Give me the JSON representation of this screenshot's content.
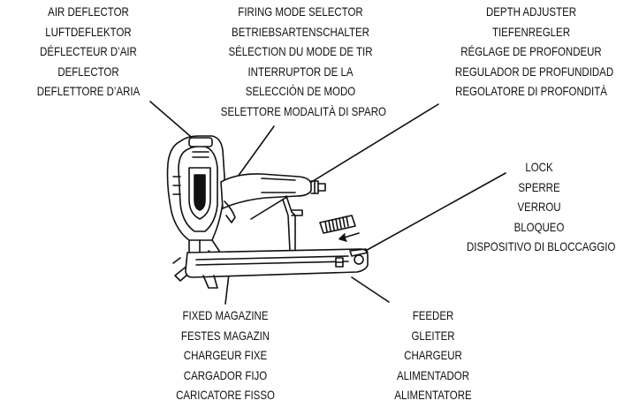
{
  "callouts": {
    "air_deflector": [
      "AIR DEFLECTOR",
      "LUFTDEFLEKTOR",
      "DÉFLECTEUR D’AIR",
      "DEFLECTOR",
      "DEFLETTORE D’ARIA"
    ],
    "firing_mode": [
      "FIRING MODE SELECTOR",
      "BETRIEBSARTENSCHALTER",
      "SÉLECTION DU MODE DE TIR",
      "INTERRUPTOR DE LA",
      "SELECCIÓN DE MODO",
      "SELETTORE MODALITÀ DI SPARO"
    ],
    "depth_adjuster": [
      "DEPTH ADJUSTER",
      "TIEFENREGLER",
      "RÉGLAGE DE PROFONDEUR",
      "REGULADOR DE PROFUNDIDAD",
      "REGOLATORE DI PROFONDITÀ"
    ],
    "lock": [
      "LOCK",
      "SPERRE",
      "VERROU",
      "BLOQUEO",
      "DISPOSITIVO DI BLOCCAGGIO"
    ],
    "fixed_magazine": [
      "FIXED MAGAZINE",
      "FESTES MAGAZIN",
      "CHARGEUR FIXE",
      "CARGADOR FIJO",
      "CARICATORE FISSO"
    ],
    "feeder": [
      "FEEDER",
      "GLEITER",
      "CHARGEUR",
      "ALIMENTADOR",
      "ALIMENTATORE"
    ]
  },
  "colors": {
    "line": "#111111",
    "body": "#ffffff"
  }
}
